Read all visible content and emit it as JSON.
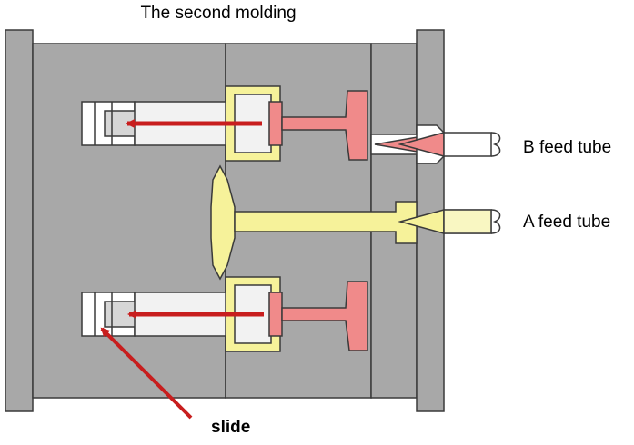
{
  "title": "The second molding",
  "labels": {
    "b_feed": "B feed tube",
    "a_feed": "A feed tube",
    "slide": "slide"
  },
  "colors": {
    "mold_plate": "#a8a8a8",
    "outline": "#3a3a3a",
    "material_a": "#f6f29a",
    "material_b": "#f08a8a",
    "arrow": "#c81e1e",
    "part": "#f2f2f2"
  }
}
